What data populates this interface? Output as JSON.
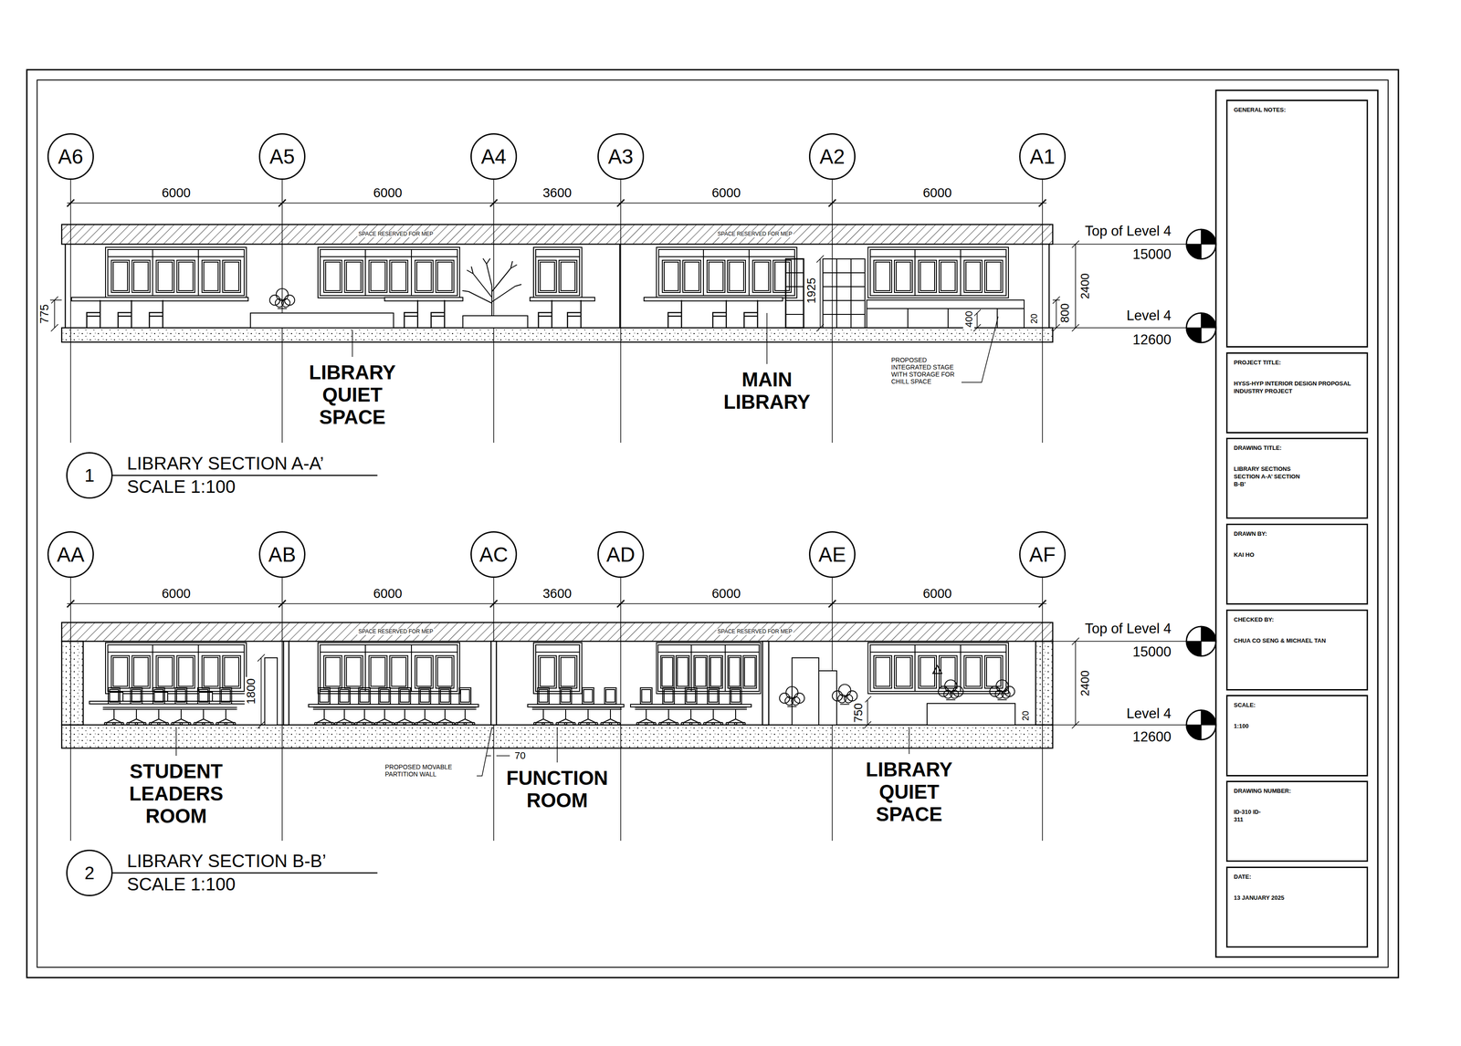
{
  "diagram": {
    "nodes": [
      {
        "text": [
          "A6"
        ]
      },
      {
        "text": [
          "A5"
        ]
      },
      {
        "text": [
          "A4"
        ]
      },
      {
        "text": [
          "A3"
        ]
      },
      {
        "text": [
          "A2"
        ]
      },
      {
        "text": [
          "A1"
        ]
      },
      {
        "text": [
          "1"
        ]
      },
      {
        "text": [
          "AA"
        ]
      },
      {
        "text": [
          "AB"
        ]
      },
      {
        "text": [
          "AC"
        ]
      },
      {
        "text": [
          "AD"
        ]
      },
      {
        "text": [
          "AE"
        ]
      },
      {
        "text": [
          "AF"
        ]
      },
      {
        "text": [
          "2"
        ]
      },
      {
        "text": [
          "GENERAL NOTES:"
        ]
      },
      {
        "text": [
          "PROJECT TITLE:",
          "HYSS-HYP INTERIOR DESIGN PROPOSAL INDUSTRY PROJECT"
        ]
      },
      {
        "text": [
          "DRAWING TITLE:",
          "LIBRARY SECTIONS SECTION A-A’ SECTION B-B’"
        ]
      },
      {
        "text": [
          "DRAWN BY:",
          "KAI HO"
        ]
      },
      {
        "text": [
          "CHECKED BY:",
          "CHUA CO SENG & MICHAEL TAN"
        ]
      },
      {
        "text": [
          "SCALE:",
          "1:100"
        ]
      },
      {
        "text": [
          "DRAWING NUMBER:",
          "ID-310 ID-311"
        ]
      },
      {
        "text": [
          "DATE:",
          "13 JANUARY 2025"
        ]
      }
    ],
    "labels": [
      "6000",
      "6000",
      "3600",
      "6000",
      "6000",
      "SPACE RESERVED FOR MEP",
      "SPACE RESERVED FOR MEP",
      "Top of Level 4",
      "15000",
      "Level 4",
      "12600",
      "2400",
      "775",
      "1925",
      "400",
      "800",
      "20",
      "LIBRARY QUIET SPACE",
      "MAIN LIBRARY",
      "PROPOSED INTEGRATED STAGE WITH STORAGE FOR CHILL SPACE",
      "LIBRARY SECTION A-A’",
      "SCALE 1:100",
      "6000",
      "6000",
      "3600",
      "6000",
      "6000",
      "SPACE RESERVED FOR MEP",
      "SPACE RESERVED FOR MEP",
      "Top of Level 4",
      "15000",
      "Level 4",
      "12600",
      "2400",
      "1800",
      "750",
      "20",
      "70",
      "STUDENT LEADERS ROOM",
      "PROPOSED MOVABLE PARTITION WALL",
      "FUNCTION ROOM",
      "LIBRARY QUIET SPACE",
      "LIBRARY SECTION B-B’",
      "SCALE 1:100"
    ]
  }
}
